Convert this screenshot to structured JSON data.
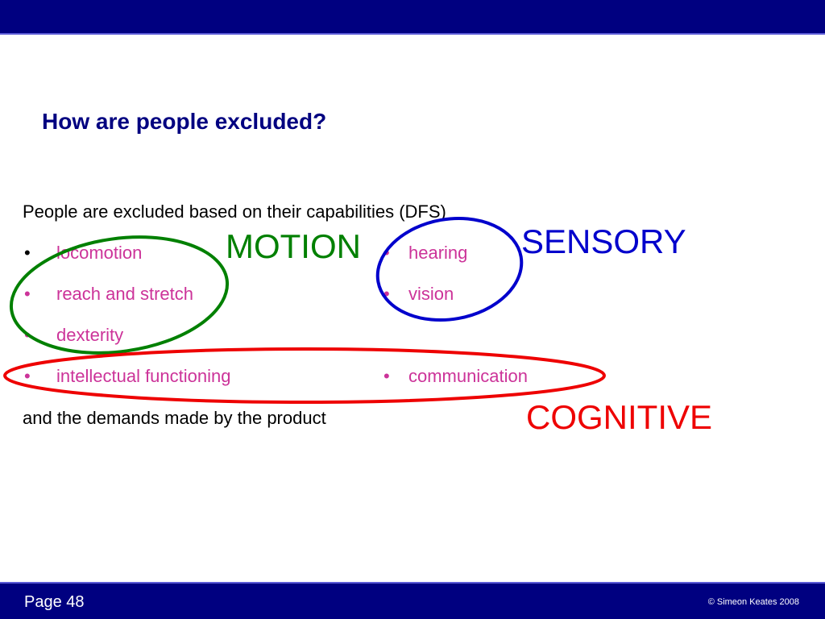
{
  "slide": {
    "title": "How are people excluded?",
    "intro": "People are excluded based on their capabilities (DFS)",
    "bullet_char": "•",
    "left_items": [
      "locomotion",
      "reach and stretch",
      "dexterity",
      "intellectual functioning"
    ],
    "right_items": [
      "hearing",
      "vision",
      "communication"
    ],
    "closing": "and the demands made by the product",
    "labels": {
      "motion": "MOTION",
      "sensory": "SENSORY",
      "cognitive": "COGNITIVE"
    }
  },
  "footer": {
    "page": "Page 48",
    "copyright": "© Simeon Keates 2008"
  },
  "colors": {
    "header_bar": "#000080",
    "title": "#000080",
    "bullet_text": "#cc3399",
    "motion": "#008000",
    "sensory": "#0000cc",
    "cognitive": "#ee0000"
  }
}
